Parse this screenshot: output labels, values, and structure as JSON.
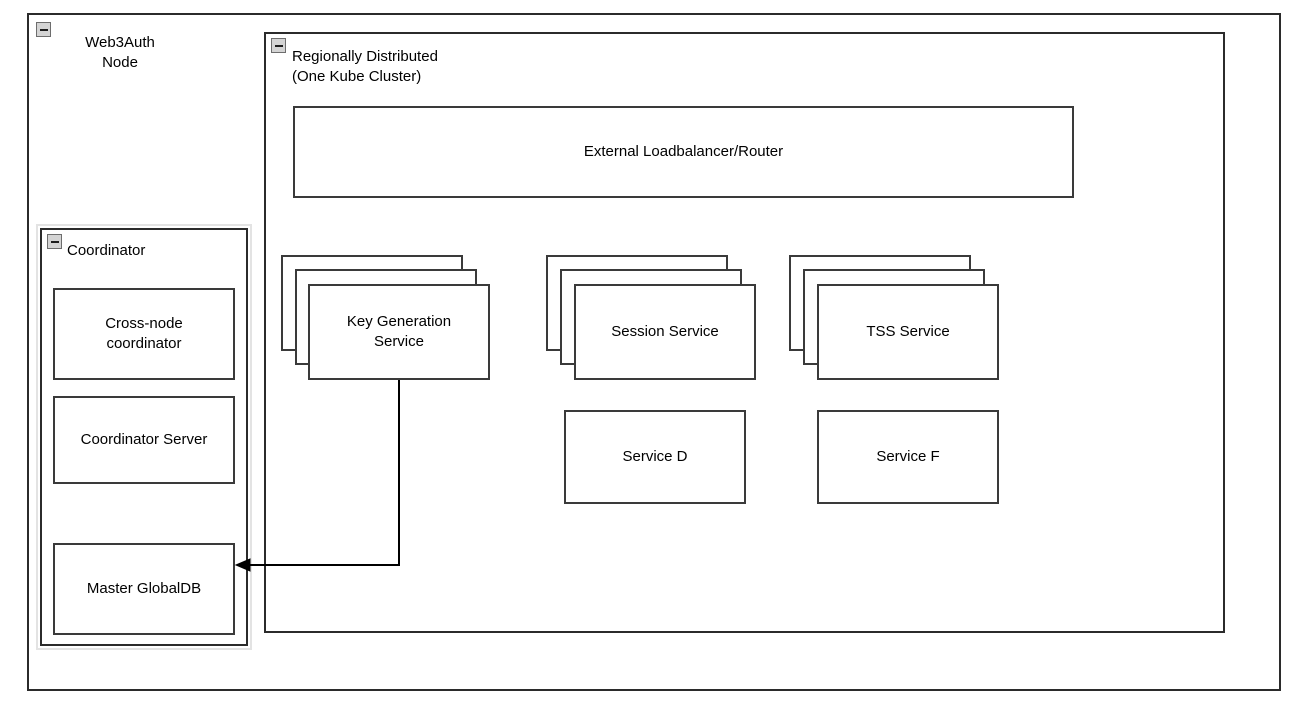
{
  "diagram": {
    "outer_node": {
      "title": "Web3Auth\nNode",
      "collapse_icon": "minus-box-icon"
    },
    "cluster": {
      "title": "Regionally Distributed\n(One Kube Cluster)",
      "collapse_icon": "minus-box-icon",
      "loadbalancer": {
        "label": "External Loadbalancer/Router"
      },
      "service_stacks": [
        {
          "label": "Key Generation\nService",
          "layers": 3
        },
        {
          "label": "Session Service",
          "layers": 3
        },
        {
          "label": "TSS Service",
          "layers": 3
        }
      ],
      "single_services": [
        {
          "label": "Service D"
        },
        {
          "label": "Service F"
        }
      ]
    },
    "coordinator": {
      "title": "Coordinator",
      "collapse_icon": "minus-box-icon",
      "items": [
        {
          "label": "Cross-node\ncoordinator"
        },
        {
          "label": "Coordinator Server"
        },
        {
          "label": "Master GlobalDB"
        }
      ]
    },
    "connections": [
      {
        "name": "keygen-to-master-globaldb",
        "from": "Key Generation Service",
        "to": "Master GlobalDB",
        "arrow": "arrowhead-left"
      }
    ],
    "colors": {
      "stroke": "#3a3a3a",
      "frame_stroke": "#2b2b2b",
      "fill": "#ffffff",
      "icon_fill": "#d4d4d4",
      "shadow": "#e3e3e3"
    }
  }
}
